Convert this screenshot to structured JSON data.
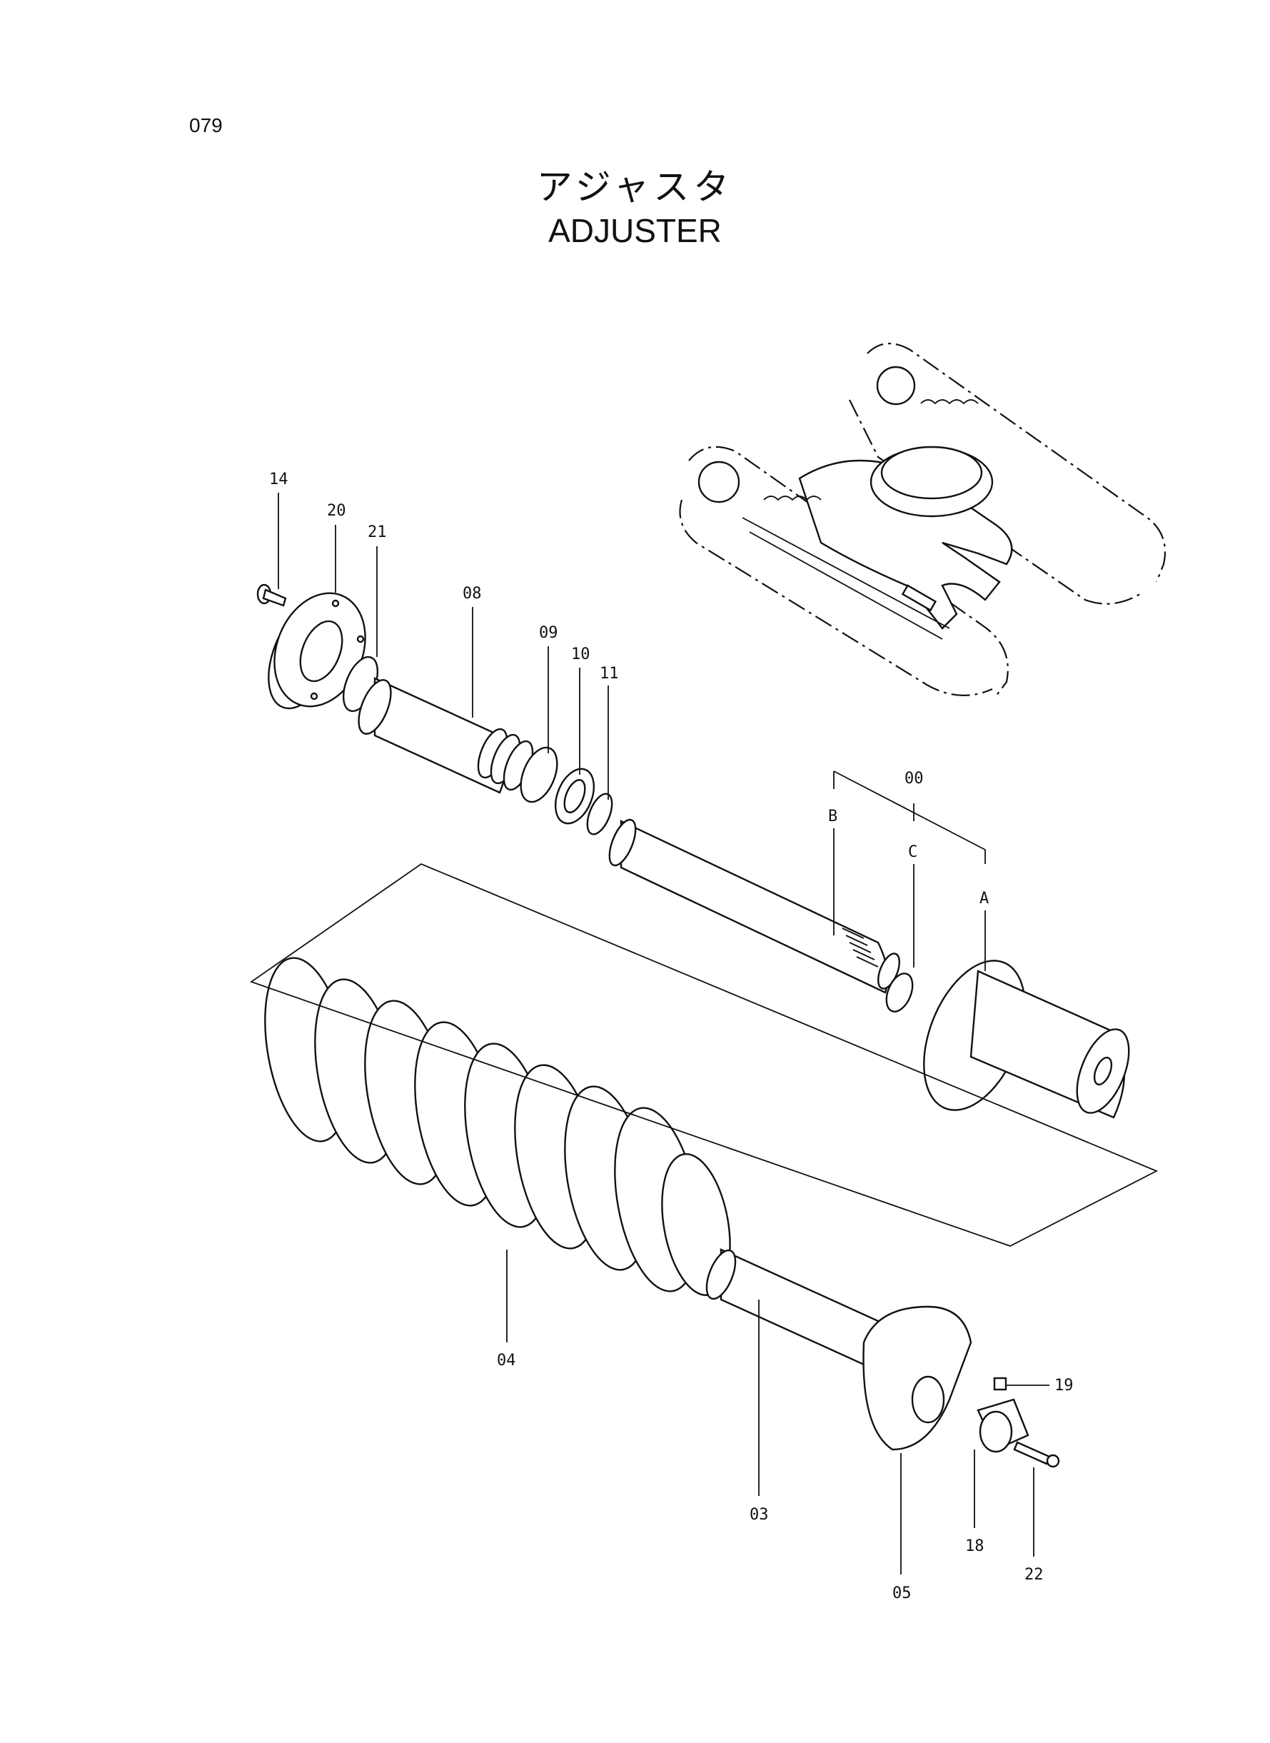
{
  "page_number": "079",
  "title": {
    "japanese": "アジャスタ",
    "english": "ADJUSTER"
  },
  "callouts": [
    "14",
    "20",
    "21",
    "08",
    "09",
    "10",
    "11",
    "00",
    "B",
    "C",
    "A",
    "04",
    "03",
    "19",
    "05",
    "18",
    "22"
  ]
}
